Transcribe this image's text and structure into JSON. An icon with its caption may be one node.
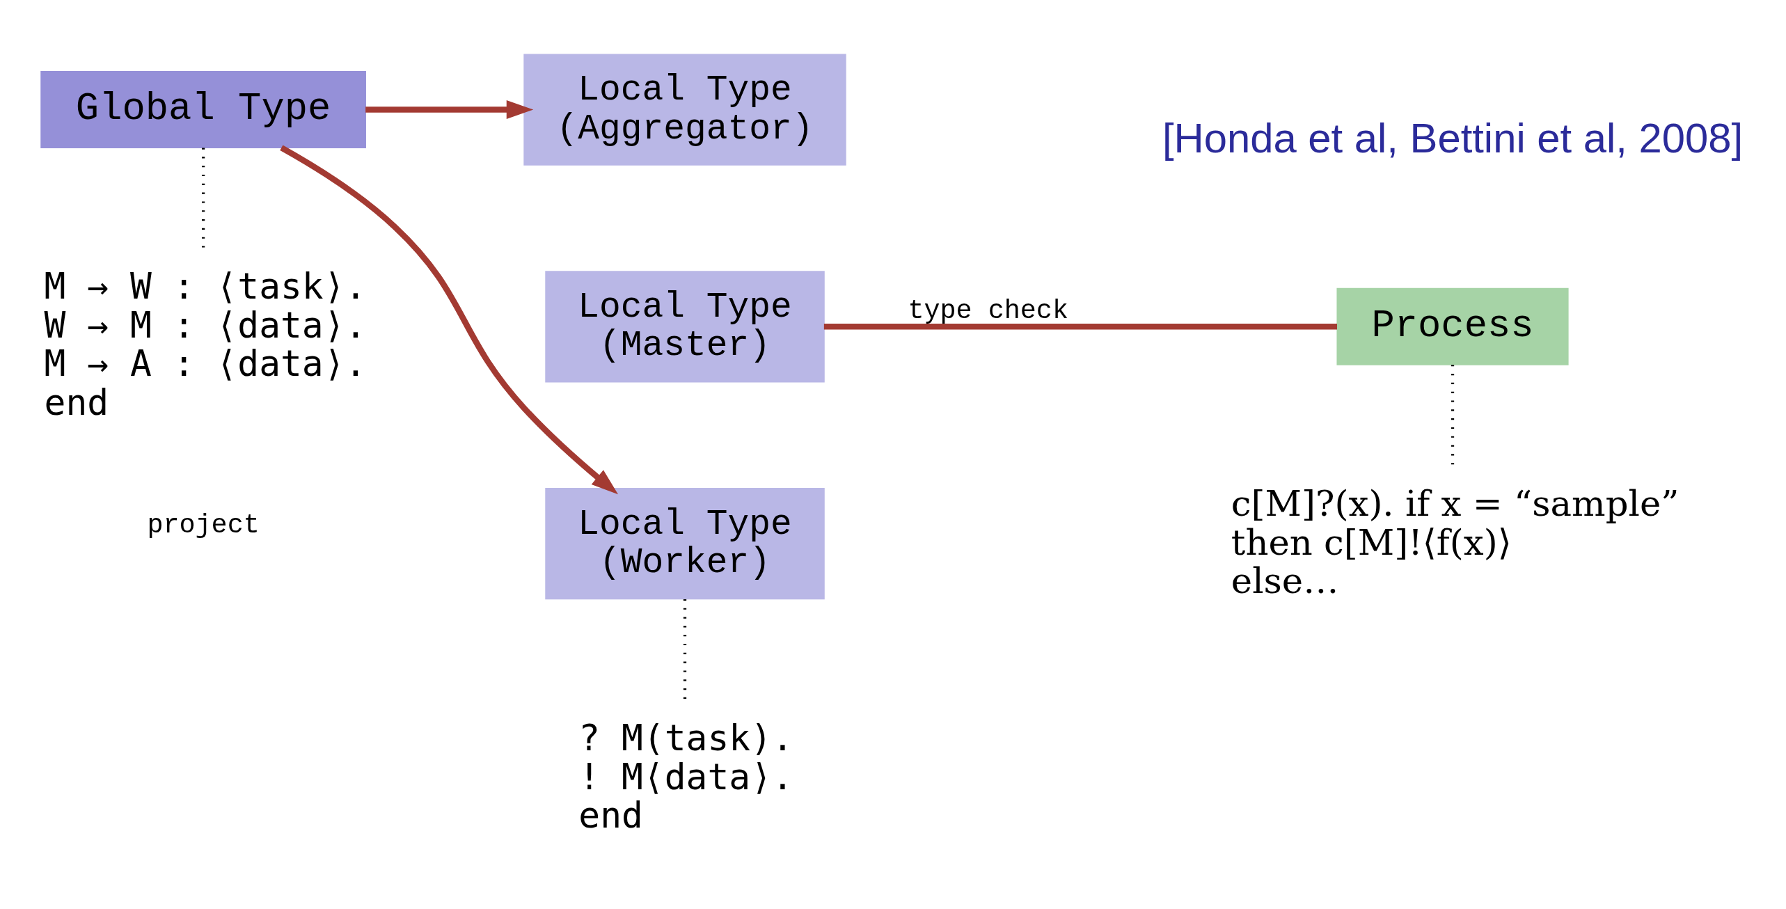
{
  "diagram": {
    "nodes": [
      {
        "text": [
          "Global Type"
        ]
      },
      {
        "text": [
          "Local Type",
          "(Aggregator)"
        ]
      },
      {
        "text": [
          "Local Type",
          "(Master)"
        ]
      },
      {
        "text": [
          "Local Type",
          "(Worker)"
        ]
      },
      {
        "text": [
          "Process"
        ]
      },
      {
        "text": [
          "M → W : ⟨task⟩.",
          "W → M : ⟨data⟩.",
          "M → A : ⟨data⟩.",
          "end"
        ]
      },
      {
        "text": [
          "? M(task).",
          "! M⟨data⟩.",
          "end"
        ]
      },
      {
        "text": [
          "c[M]?(x). if x = “sample”",
          "then c[M]!⟨f(x)⟩",
          "else…"
        ]
      }
    ],
    "edges": [
      {
        "from": 0,
        "to": 1,
        "arrow": "to",
        "style": "thick",
        "color": "#a33a32"
      },
      {
        "from": 0,
        "to": 3,
        "arrow": "to",
        "style": "thick",
        "color": "#a33a32"
      },
      {
        "from": 2,
        "to": 4,
        "arrow": "none",
        "label": "type check",
        "style": "thick",
        "color": "#a33a32"
      },
      {
        "from": 0,
        "to": 5,
        "arrow": "none",
        "style": "dashed",
        "color": "#000000"
      },
      {
        "from": 3,
        "to": 6,
        "arrow": "none",
        "style": "dashed",
        "color": "#000000"
      },
      {
        "from": 4,
        "to": 7,
        "arrow": "none",
        "style": "dashed",
        "color": "#000000"
      }
    ],
    "labels": [
      "[Honda et al, Bettini et al, 2008]",
      "project"
    ]
  }
}
